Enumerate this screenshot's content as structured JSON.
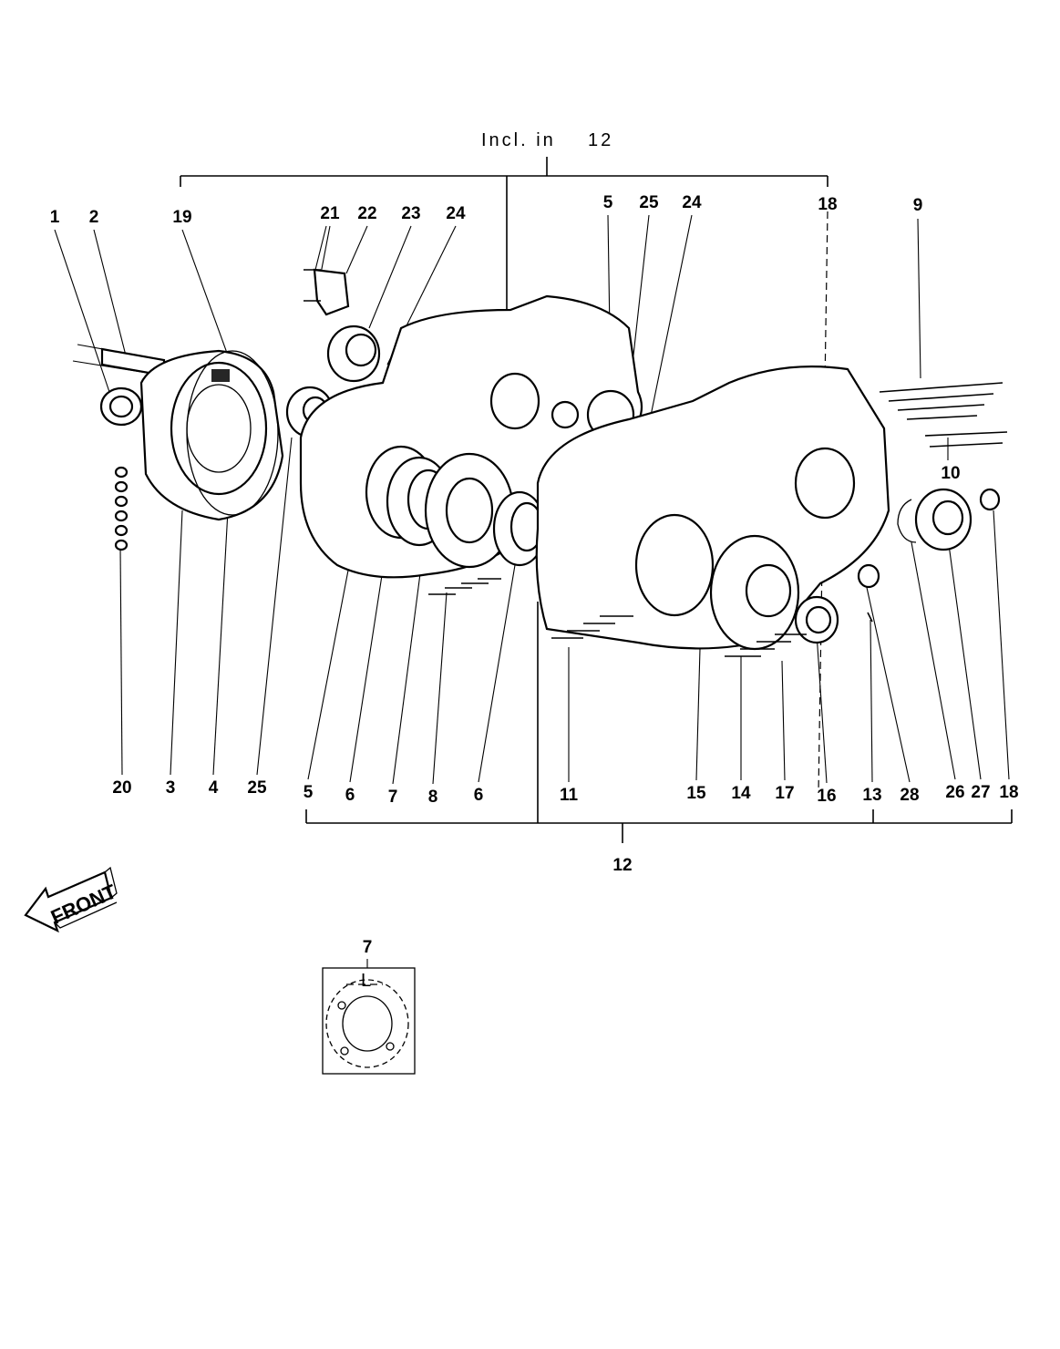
{
  "header_note": {
    "prefix": "Incl.  in",
    "number": "12"
  },
  "bottom_group_label": "12",
  "front_arrow_label": "FRONT",
  "inset_label": "7",
  "inset_mark": "L",
  "top_labels": [
    "1",
    "2",
    "19",
    "21",
    "22",
    "23",
    "24",
    "5",
    "25",
    "24",
    "18",
    "9"
  ],
  "right_labels": [
    "10",
    "18"
  ],
  "bottom_labels": [
    "20",
    "3",
    "4",
    "25",
    "5",
    "6",
    "7",
    "8",
    "6",
    "11",
    "15",
    "14",
    "17",
    "16",
    "13",
    "28",
    "26",
    "27",
    "18"
  ]
}
